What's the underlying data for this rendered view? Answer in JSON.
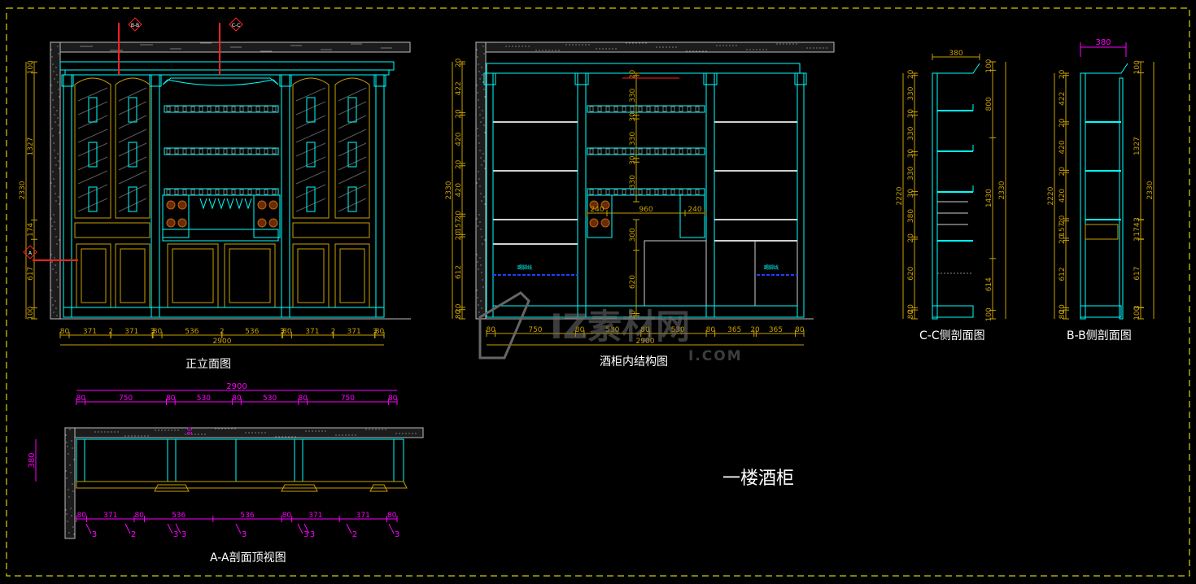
{
  "drawing": {
    "title": "一楼酒柜",
    "views": {
      "front": "正立面图",
      "inner": "酒柜内结构图",
      "cc": "C-C侧剖面图",
      "bb": "B-B侧剖面图",
      "aa": "A-A剖面顶视图"
    },
    "section_markers": {
      "bb": "B-B",
      "cc": "C-C",
      "aa": "A"
    }
  },
  "watermark": {
    "brand": "IZ素材网",
    "site": "I.COM"
  },
  "colors": {
    "background": "#000000",
    "frame": "#ffff00",
    "cabinet": "#00ffff",
    "dimension": "#c8a000",
    "dimension_magenta": "#ff00ff",
    "section_line": "#ff0000",
    "wall": "#bdbdbd",
    "label": "#ffffff"
  },
  "front_dims": {
    "total": "2900",
    "parts": [
      "80",
      "371",
      "2",
      "371",
      "3",
      "3",
      "80",
      "536",
      "2",
      "536",
      "3",
      "3",
      "80",
      "371",
      "2",
      "371",
      "3",
      "80"
    ],
    "left_heights": [
      "100",
      "1327",
      "174",
      "617",
      "100"
    ],
    "left_total": "2330"
  },
  "inner_dims": {
    "total": "2900",
    "parts": [
      "80",
      "750",
      "80",
      "530",
      "80",
      "530",
      "80",
      "365",
      "20",
      "365",
      "80"
    ],
    "left_heights": [
      "20",
      "422",
      "20",
      "420",
      "20",
      "420",
      "20",
      "157",
      "20",
      "612",
      "20",
      "80"
    ],
    "left_total": "2330",
    "mid_heights": [
      "20",
      "330",
      "30",
      "330",
      "30",
      "330"
    ],
    "mid_widths": [
      "240",
      "960",
      "240"
    ],
    "mid_extra": [
      "300",
      "620",
      "20"
    ],
    "labels": [
      "踢脚线",
      "踢脚线"
    ]
  },
  "cc_dims": {
    "top": "380",
    "left": [
      "20",
      "330",
      "30",
      "330",
      "30",
      "330",
      "30",
      "380",
      "20",
      "620",
      "20",
      "80"
    ],
    "left_total": "2220",
    "right": [
      "100",
      "800",
      "1430",
      "614",
      "100"
    ],
    "right_total": "2330"
  },
  "bb_dims": {
    "top": "380",
    "left": [
      "20",
      "422",
      "20",
      "420",
      "20",
      "420",
      "20",
      "157",
      "20",
      "612",
      "20",
      "80"
    ],
    "left_total": "2220",
    "right": [
      "100",
      "1327",
      "3",
      "174",
      "3",
      "617",
      "3",
      "100"
    ],
    "right_total": "2330"
  },
  "aa_dims": {
    "total": "2900",
    "top": [
      "80",
      "750",
      "80",
      "530",
      "80",
      "530",
      "80",
      "750",
      "80"
    ],
    "bottom": [
      "80",
      "371",
      "80",
      "536",
      "536",
      "80",
      "371",
      "371",
      "80"
    ],
    "depth": "380",
    "inner": "20",
    "marks": [
      "3",
      "2",
      "3",
      "3",
      "3",
      "3",
      "3",
      "2",
      "3"
    ]
  }
}
